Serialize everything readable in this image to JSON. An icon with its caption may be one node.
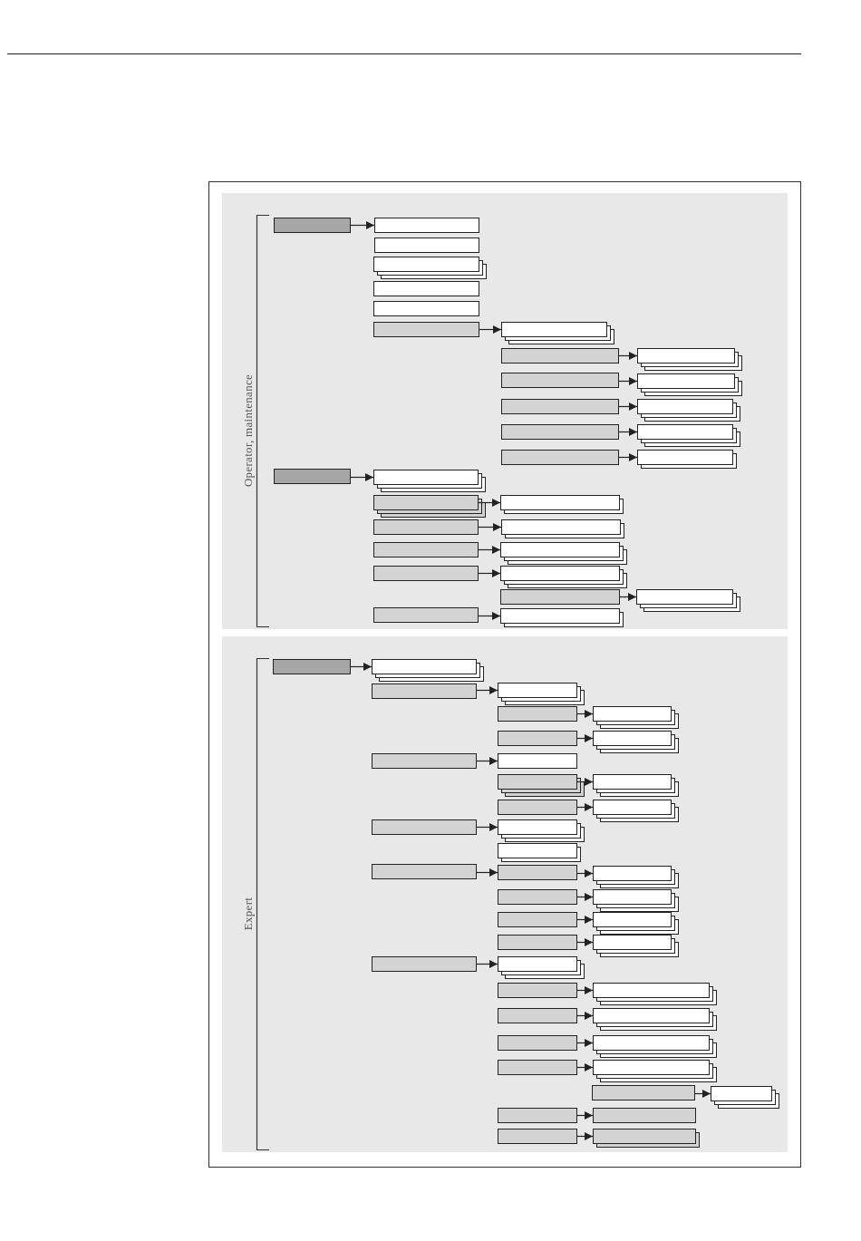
{
  "diagram": {
    "nodes": [
      {
        "text": [
          "Operator, maintenance"
        ]
      },
      {
        "text": [],
        "shape": "box",
        "in": 0
      },
      {
        "text": [],
        "shape": "box",
        "in": 0
      },
      {
        "text": [],
        "shape": "box",
        "in": 0
      },
      {
        "text": [],
        "shape": "box",
        "in": 0
      },
      {
        "text": [],
        "shape": "box",
        "in": 0
      },
      {
        "text": [],
        "shape": "box",
        "in": 0
      },
      {
        "text": [],
        "shape": "box",
        "in": 0
      },
      {
        "text": [],
        "shape": "box",
        "in": 0
      },
      {
        "text": [],
        "shape": "box",
        "in": 0
      },
      {
        "text": [],
        "shape": "box",
        "in": 0
      },
      {
        "text": [],
        "shape": "box",
        "in": 0
      },
      {
        "text": [],
        "shape": "box",
        "in": 0
      },
      {
        "text": [],
        "shape": "box",
        "in": 0
      },
      {
        "text": [],
        "shape": "box",
        "in": 0
      },
      {
        "text": [],
        "shape": "box",
        "in": 0
      },
      {
        "text": [],
        "shape": "box",
        "in": 0
      },
      {
        "text": [],
        "shape": "box",
        "in": 0
      },
      {
        "text": [],
        "shape": "box",
        "in": 0
      },
      {
        "text": [],
        "shape": "box",
        "in": 0
      },
      {
        "text": [],
        "shape": "box",
        "in": 0
      },
      {
        "text": [],
        "shape": "box",
        "in": 0
      },
      {
        "text": [],
        "shape": "box",
        "in": 0
      },
      {
        "text": [],
        "shape": "box",
        "in": 0
      },
      {
        "text": [],
        "shape": "box",
        "in": 0
      },
      {
        "text": [],
        "shape": "box",
        "in": 0
      },
      {
        "text": [],
        "shape": "box",
        "in": 0
      },
      {
        "text": [],
        "shape": "box",
        "in": 0
      },
      {
        "text": [],
        "shape": "box",
        "in": 0
      },
      {
        "text": [],
        "shape": "box",
        "in": 0
      },
      {
        "text": [],
        "shape": "box",
        "in": 0
      },
      {
        "text": [],
        "shape": "box",
        "in": 0
      },
      {
        "text": [],
        "shape": "box",
        "in": 0
      },
      {
        "text": [
          "Expert"
        ]
      },
      {
        "text": [],
        "shape": "box",
        "in": 33
      },
      {
        "text": [],
        "shape": "box",
        "in": 33
      },
      {
        "text": [],
        "shape": "box",
        "in": 33
      },
      {
        "text": [],
        "shape": "box",
        "in": 33
      },
      {
        "text": [],
        "shape": "box",
        "in": 33
      },
      {
        "text": [],
        "shape": "box",
        "in": 33
      },
      {
        "text": [],
        "shape": "box",
        "in": 33
      },
      {
        "text": [],
        "shape": "box",
        "in": 33
      },
      {
        "text": [],
        "shape": "box",
        "in": 33
      },
      {
        "text": [],
        "shape": "box",
        "in": 33
      },
      {
        "text": [],
        "shape": "box",
        "in": 33
      },
      {
        "text": [],
        "shape": "box",
        "in": 33
      },
      {
        "text": [],
        "shape": "box",
        "in": 33
      },
      {
        "text": [],
        "shape": "box",
        "in": 33
      },
      {
        "text": [],
        "shape": "box",
        "in": 33
      },
      {
        "text": [],
        "shape": "box",
        "in": 33
      },
      {
        "text": [],
        "shape": "box",
        "in": 33
      },
      {
        "text": [],
        "shape": "box",
        "in": 33
      },
      {
        "text": [],
        "shape": "box",
        "in": 33
      },
      {
        "text": [],
        "shape": "box",
        "in": 33
      },
      {
        "text": [],
        "shape": "box",
        "in": 33
      },
      {
        "text": [],
        "shape": "box",
        "in": 33
      },
      {
        "text": [],
        "shape": "box",
        "in": 33
      },
      {
        "text": [],
        "shape": "box",
        "in": 33
      },
      {
        "text": [],
        "shape": "box",
        "in": 33
      },
      {
        "text": [],
        "shape": "box",
        "in": 33
      },
      {
        "text": [],
        "shape": "box",
        "in": 33
      },
      {
        "text": [],
        "shape": "box",
        "in": 33
      },
      {
        "text": [],
        "shape": "box",
        "in": 33
      },
      {
        "text": [],
        "shape": "box",
        "in": 33
      },
      {
        "text": [],
        "shape": "box",
        "in": 33
      },
      {
        "text": [],
        "shape": "box",
        "in": 33
      },
      {
        "text": [],
        "shape": "box",
        "in": 33
      },
      {
        "text": [],
        "shape": "box",
        "in": 33
      },
      {
        "text": [],
        "shape": "box",
        "in": 33
      },
      {
        "text": [],
        "shape": "box",
        "in": 33
      },
      {
        "text": [],
        "shape": "box",
        "in": 33
      },
      {
        "text": [],
        "shape": "box",
        "in": 33
      },
      {
        "text": [],
        "shape": "box",
        "in": 33
      },
      {
        "text": [],
        "shape": "box",
        "in": 33
      },
      {
        "text": [],
        "shape": "box",
        "in": 33
      },
      {
        "text": [],
        "shape": "box",
        "in": 33
      }
    ],
    "edges": [
      {
        "from": 1,
        "to": 2,
        "arrow": "to"
      },
      {
        "from": 7,
        "to": 8,
        "arrow": "to"
      },
      {
        "from": 9,
        "to": 10,
        "arrow": "to"
      },
      {
        "from": 11,
        "to": 12,
        "arrow": "to"
      },
      {
        "from": 13,
        "to": 14,
        "arrow": "to"
      },
      {
        "from": 15,
        "to": 16,
        "arrow": "to"
      },
      {
        "from": 17,
        "to": 18,
        "arrow": "to"
      },
      {
        "from": 19,
        "to": 20,
        "arrow": "to"
      },
      {
        "from": 21,
        "to": 22,
        "arrow": "to"
      },
      {
        "from": 23,
        "to": 24,
        "arrow": "to"
      },
      {
        "from": 25,
        "to": 26,
        "arrow": "to"
      },
      {
        "from": 27,
        "to": 28,
        "arrow": "to"
      },
      {
        "from": 29,
        "to": 30,
        "arrow": "to"
      },
      {
        "from": 31,
        "to": 32,
        "arrow": "to"
      },
      {
        "from": 34,
        "to": 35,
        "arrow": "to"
      },
      {
        "from": 36,
        "to": 37,
        "arrow": "to"
      },
      {
        "from": 38,
        "to": 39,
        "arrow": "to"
      },
      {
        "from": 40,
        "to": 41,
        "arrow": "to"
      },
      {
        "from": 42,
        "to": 43,
        "arrow": "to"
      },
      {
        "from": 44,
        "to": 45,
        "arrow": "to"
      },
      {
        "from": 46,
        "to": 47,
        "arrow": "to"
      },
      {
        "from": 48,
        "to": 49,
        "arrow": "to"
      },
      {
        "from": 51,
        "to": 52,
        "arrow": "to"
      },
      {
        "from": 52,
        "to": 53,
        "arrow": "to"
      },
      {
        "from": 54,
        "to": 55,
        "arrow": "to"
      },
      {
        "from": 56,
        "to": 57,
        "arrow": "to"
      },
      {
        "from": 58,
        "to": 59,
        "arrow": "to"
      },
      {
        "from": 60,
        "to": 61,
        "arrow": "to"
      },
      {
        "from": 62,
        "to": 63,
        "arrow": "to"
      },
      {
        "from": 64,
        "to": 65,
        "arrow": "to"
      },
      {
        "from": 66,
        "to": 67,
        "arrow": "to"
      },
      {
        "from": 68,
        "to": 69,
        "arrow": "to"
      },
      {
        "from": 70,
        "to": 71,
        "arrow": "to"
      },
      {
        "from": 72,
        "to": 73,
        "arrow": "to"
      },
      {
        "from": 74,
        "to": 75,
        "arrow": "to"
      }
    ]
  }
}
